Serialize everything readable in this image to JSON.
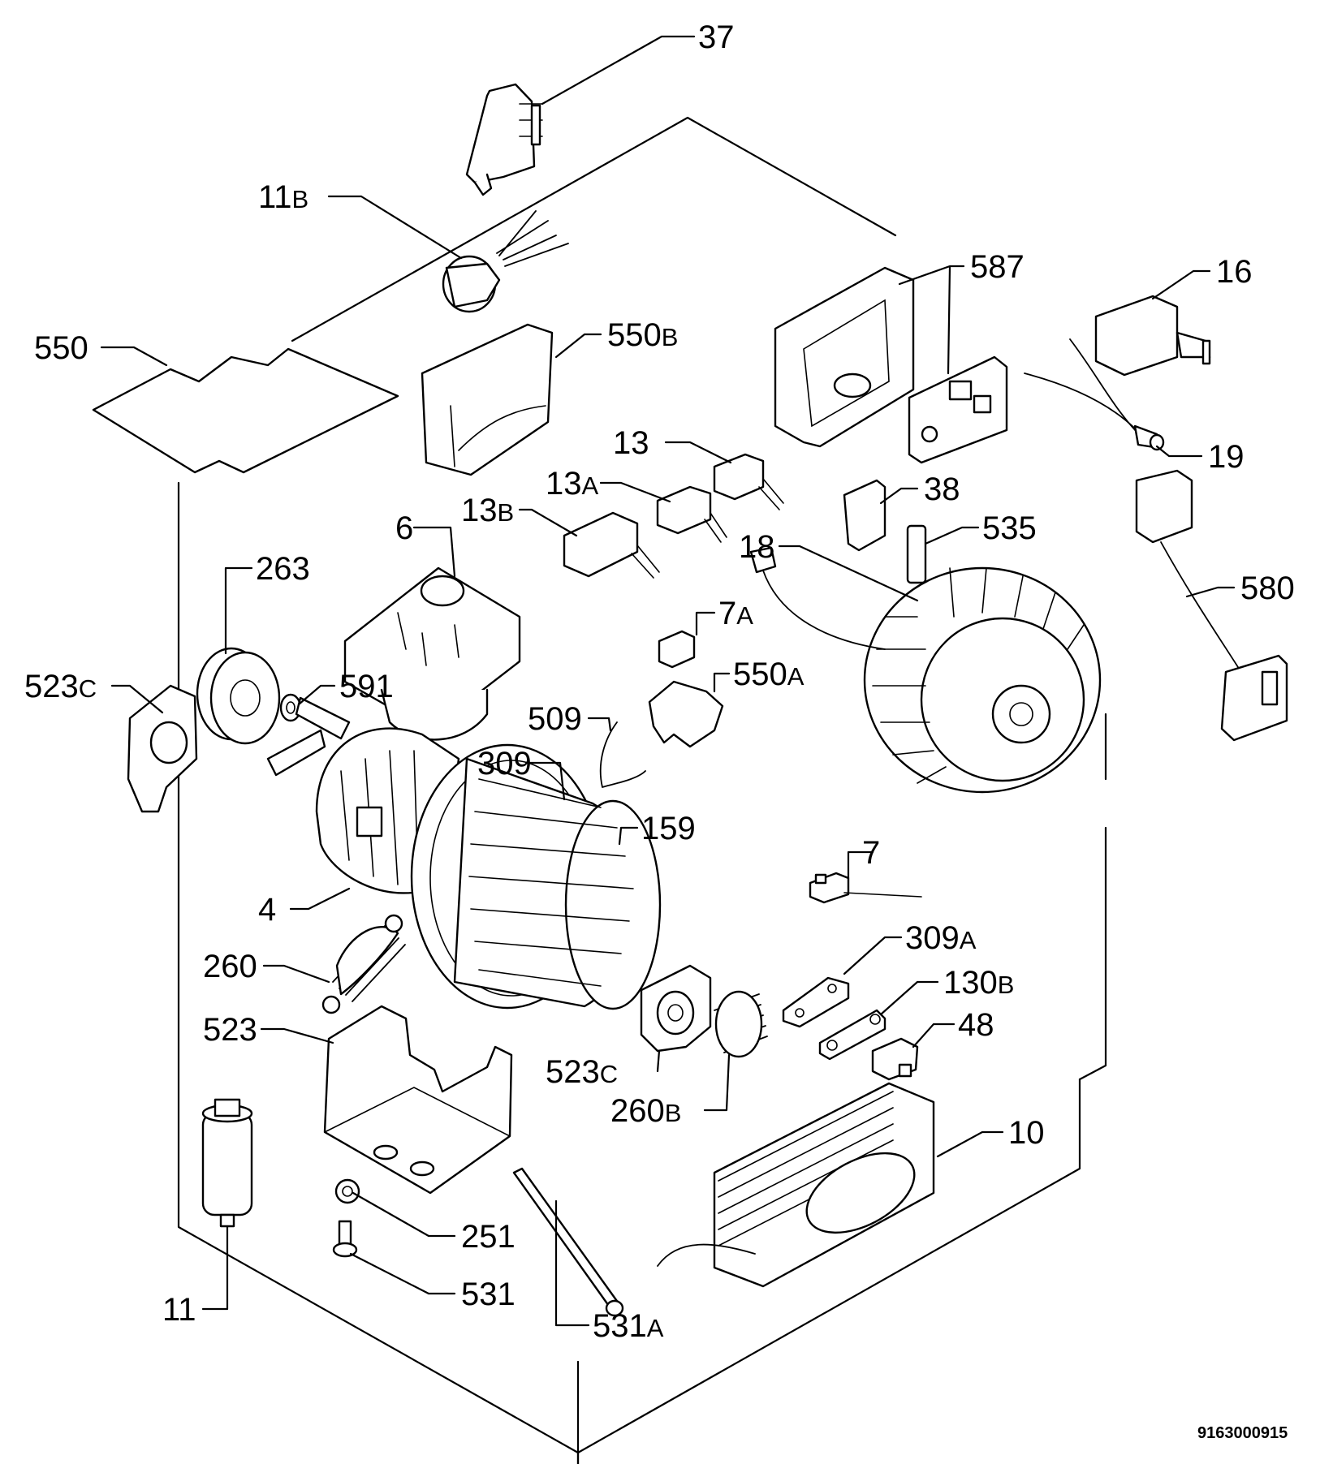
{
  "drawing_number": "9163000915",
  "callouts": [
    {
      "id": "37",
      "num": "37",
      "suffix": ""
    },
    {
      "id": "11B",
      "num": "11",
      "suffix": "B"
    },
    {
      "id": "587",
      "num": "587",
      "suffix": ""
    },
    {
      "id": "16",
      "num": "16",
      "suffix": ""
    },
    {
      "id": "550",
      "num": "550",
      "suffix": ""
    },
    {
      "id": "550B",
      "num": "550",
      "suffix": "B"
    },
    {
      "id": "13",
      "num": "13",
      "suffix": ""
    },
    {
      "id": "19",
      "num": "19",
      "suffix": ""
    },
    {
      "id": "13A",
      "num": "13",
      "suffix": "A"
    },
    {
      "id": "38",
      "num": "38",
      "suffix": ""
    },
    {
      "id": "13B",
      "num": "13",
      "suffix": "B"
    },
    {
      "id": "6",
      "num": "6",
      "suffix": ""
    },
    {
      "id": "535",
      "num": "535",
      "suffix": ""
    },
    {
      "id": "18",
      "num": "18",
      "suffix": ""
    },
    {
      "id": "263",
      "num": "263",
      "suffix": ""
    },
    {
      "id": "580",
      "num": "580",
      "suffix": ""
    },
    {
      "id": "7A",
      "num": "7",
      "suffix": "A"
    },
    {
      "id": "523C_top",
      "num": "523",
      "suffix": "C"
    },
    {
      "id": "591",
      "num": "591",
      "suffix": ""
    },
    {
      "id": "550A",
      "num": "550",
      "suffix": "A"
    },
    {
      "id": "509",
      "num": "509",
      "suffix": ""
    },
    {
      "id": "309",
      "num": "309",
      "suffix": ""
    },
    {
      "id": "159",
      "num": "159",
      "suffix": ""
    },
    {
      "id": "7",
      "num": "7",
      "suffix": ""
    },
    {
      "id": "4",
      "num": "4",
      "suffix": ""
    },
    {
      "id": "309A",
      "num": "309",
      "suffix": "A"
    },
    {
      "id": "260",
      "num": "260",
      "suffix": ""
    },
    {
      "id": "130B",
      "num": "130",
      "suffix": "B"
    },
    {
      "id": "48",
      "num": "48",
      "suffix": ""
    },
    {
      "id": "523",
      "num": "523",
      "suffix": ""
    },
    {
      "id": "523C_bottom",
      "num": "523",
      "suffix": "C"
    },
    {
      "id": "260B",
      "num": "260",
      "suffix": "B"
    },
    {
      "id": "10",
      "num": "10",
      "suffix": ""
    },
    {
      "id": "251",
      "num": "251",
      "suffix": ""
    },
    {
      "id": "531",
      "num": "531",
      "suffix": ""
    },
    {
      "id": "11",
      "num": "11",
      "suffix": ""
    },
    {
      "id": "531A",
      "num": "531",
      "suffix": "A"
    }
  ]
}
